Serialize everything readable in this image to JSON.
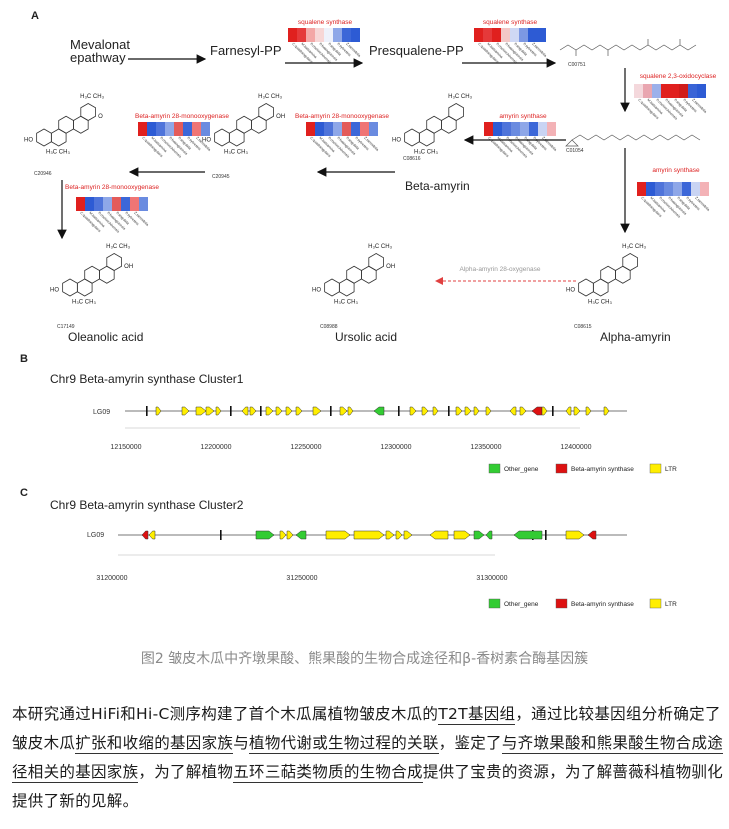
{
  "figure": {
    "panel_a": {
      "label": "A",
      "nodes": {
        "mevalonate_line1": "Mevalonat",
        "mevalonate_line2": "epathway",
        "farnesyl": "Farnesyl-PP",
        "presqualene": "Presqualene-PP",
        "beta_amyrin": "Beta-amyrin",
        "oleanolic": "Oleanolic acid",
        "ursolic": "Ursolic acid",
        "alpha_amyrin": "Alpha-amyrin"
      },
      "compound_ids": {
        "squalene": "C00751",
        "oxidosqualene": "C01054",
        "c20946": "C20946",
        "c20945": "C20945",
        "c08616": "C08616",
        "c17149": "C17149",
        "c08988": "C08988",
        "c08615": "C08615"
      },
      "enzymes": {
        "squalene_synthase": "squalene synthase",
        "squalene_epoxidase": "squalene 2,3-oxidocyclase",
        "amyrin_synthase": "amyrin synthase",
        "b28_mono": "Beta-amyrin 28-monooxygenase",
        "alpha28": "Alpha-amyrin 28-oxygenase"
      },
      "species": [
        "C.quadrangularis",
        "M.balsamina",
        "P.cochinchinensis",
        "P.kwangsiensis",
        "P.angulata",
        "P.sylvestris",
        "Z.tamnifolia"
      ]
    },
    "panel_b": {
      "label": "B",
      "title": "Chr9 Beta-amyrin synthase Cluster1",
      "chrom": "LG09",
      "ticks": [
        "12150000",
        "12200000",
        "12250000",
        "12300000",
        "12350000",
        "12400000"
      ]
    },
    "panel_c": {
      "label": "C",
      "title": "Chr9 Beta-amyrin synthase Cluster2",
      "chrom": "LG09",
      "ticks": [
        "31200000",
        "31250000",
        "31300000"
      ]
    },
    "legend": {
      "other": "Other_gene",
      "beta": "Beta-amyrin synthase",
      "ltr": "LTR"
    },
    "colors": {
      "other_gene": "#33cc33",
      "beta_amyrin_synthase": "#dd1111",
      "ltr": "#ffee00"
    }
  },
  "caption": "图2 皱皮木瓜中齐墩果酸、熊果酸的生物合成途径和β-香树素合酶基因簇",
  "paragraph": {
    "s1": "本研究通过HiFi和Hi-C测序构建了首个木瓜属植物皱皮木瓜的",
    "u1": "T2T基因组",
    "s2": "，通过比较基因组分析确定了皱皮木瓜",
    "u2": "扩张和收缩的基因家族",
    "s3": "与",
    "u3": "植物代谢或生物过程的关联",
    "s4": "，鉴定了",
    "u4": "与齐墩果酸和熊果酸生物合成途径相关的基因家族",
    "s5": "，为了解植物",
    "u5": "五环三萜类物质的生物合成",
    "s6": "提供了宝贵的资源，为了解蔷薇科植物驯化提供了新的见解。"
  }
}
